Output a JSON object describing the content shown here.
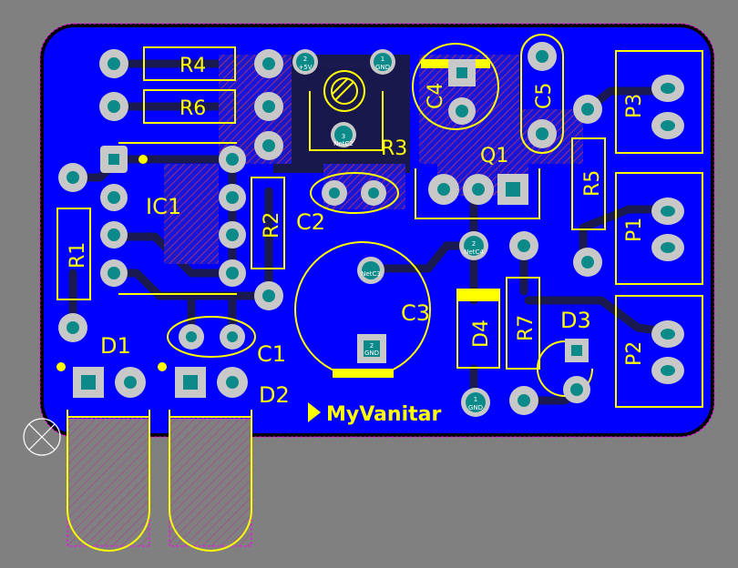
{
  "view": {
    "colors": {
      "background": "#808080",
      "board": "#0000ff",
      "copper_hatch": "#a02a6a",
      "outline_keepout": "#ff00ff",
      "silkscreen": "#ffff00",
      "pad_ring": "#c8c8c8",
      "drill": "#0c8a8a"
    },
    "icons": {
      "origin_marker": "crosshair-circle-icon",
      "trimpot_symbol": "trimmer-potentiometer-icon",
      "label_arrow": "triangle-right-icon"
    }
  },
  "labels": {
    "R4": "R4",
    "R6": "R6",
    "R3": "R3",
    "R2": "R2",
    "R1": "R1",
    "R5": "R5",
    "R7": "R7",
    "IC1": "IC1",
    "C1": "C1",
    "C2": "C2",
    "C3": "C3",
    "C4": "C4",
    "C5": "C5",
    "D1": "D1",
    "D2": "D2",
    "D3": "D3",
    "D4": "D4",
    "Q1": "Q1",
    "P1": "P1",
    "P2": "P2",
    "P3": "P3",
    "brand": "MyVanitar"
  },
  "pins": {
    "r3_2_num": "2",
    "r3_2_net": "+5V",
    "r3_1_num": "1",
    "r3_1_net": "GND",
    "r3_3_num": "3",
    "r3_3_net": "NetC2",
    "c3_1_net": "NetC3",
    "c3_2_num": "2",
    "c3_2_net": "GND",
    "q1_2_num": "2",
    "q1_2_net": "NetC4",
    "d4_1_num": "1",
    "d4_1_net": "GND"
  }
}
